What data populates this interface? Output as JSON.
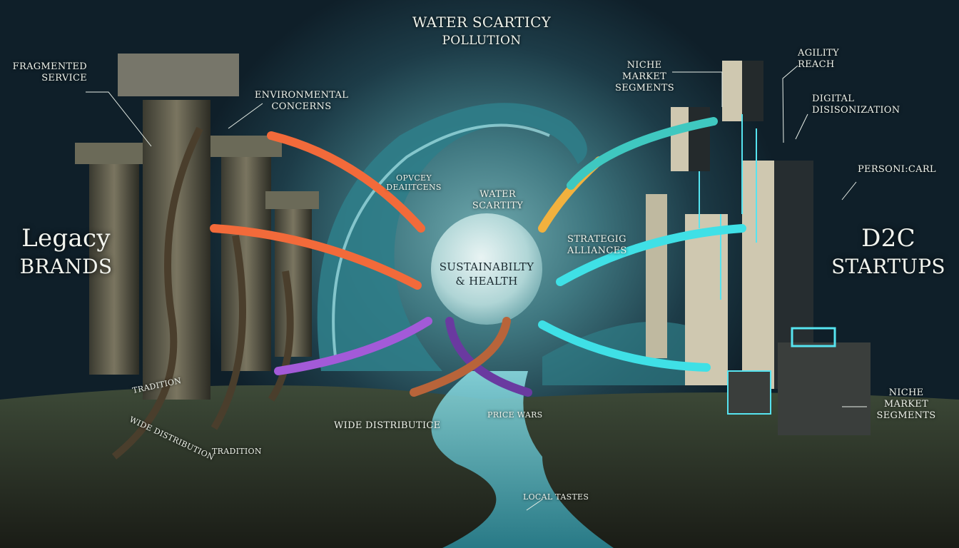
{
  "top": {
    "line1": "Water Scarticy",
    "line2": "Pollution"
  },
  "left": {
    "title_line1": "Legacy",
    "title_line2": "Brands",
    "fragmented": [
      "Fragmented",
      "Service"
    ],
    "environmental": [
      "Environmental",
      "Concerns"
    ],
    "tradition_root": "Tradition",
    "wide_distribution_root": "Wide Distribution",
    "tradition_ground": "Tradition",
    "wide_distributice": "Wide Distributice"
  },
  "center": {
    "opvcey": [
      "Opvcey",
      "Deaiitcens"
    ],
    "water_scartity": [
      "Water",
      "Scartity"
    ],
    "strategic": [
      "Strategig",
      "Alliances"
    ],
    "sphere": [
      "Sustainabilty",
      "& Health"
    ],
    "price_wars": "Price Wars",
    "local_tastes": "Local Tastes"
  },
  "right": {
    "title_line1": "D2C",
    "title_line2": "Startups",
    "niche_top": [
      "Niche",
      "Market",
      "Segments"
    ],
    "agility": [
      "Agility",
      "Reach"
    ],
    "digital": [
      "Digital",
      "Disisonization"
    ],
    "personal": "Personi:carl",
    "niche_bottom": [
      "Niche Market",
      "Segments"
    ]
  },
  "colors": {
    "orange_arrow": "#f26a3a",
    "purple_arrow": "#a35ad8",
    "cyan_arrow": "#3fe0e6",
    "yellow_arrow": "#f2b13e",
    "glow": "#9fe6ee"
  }
}
